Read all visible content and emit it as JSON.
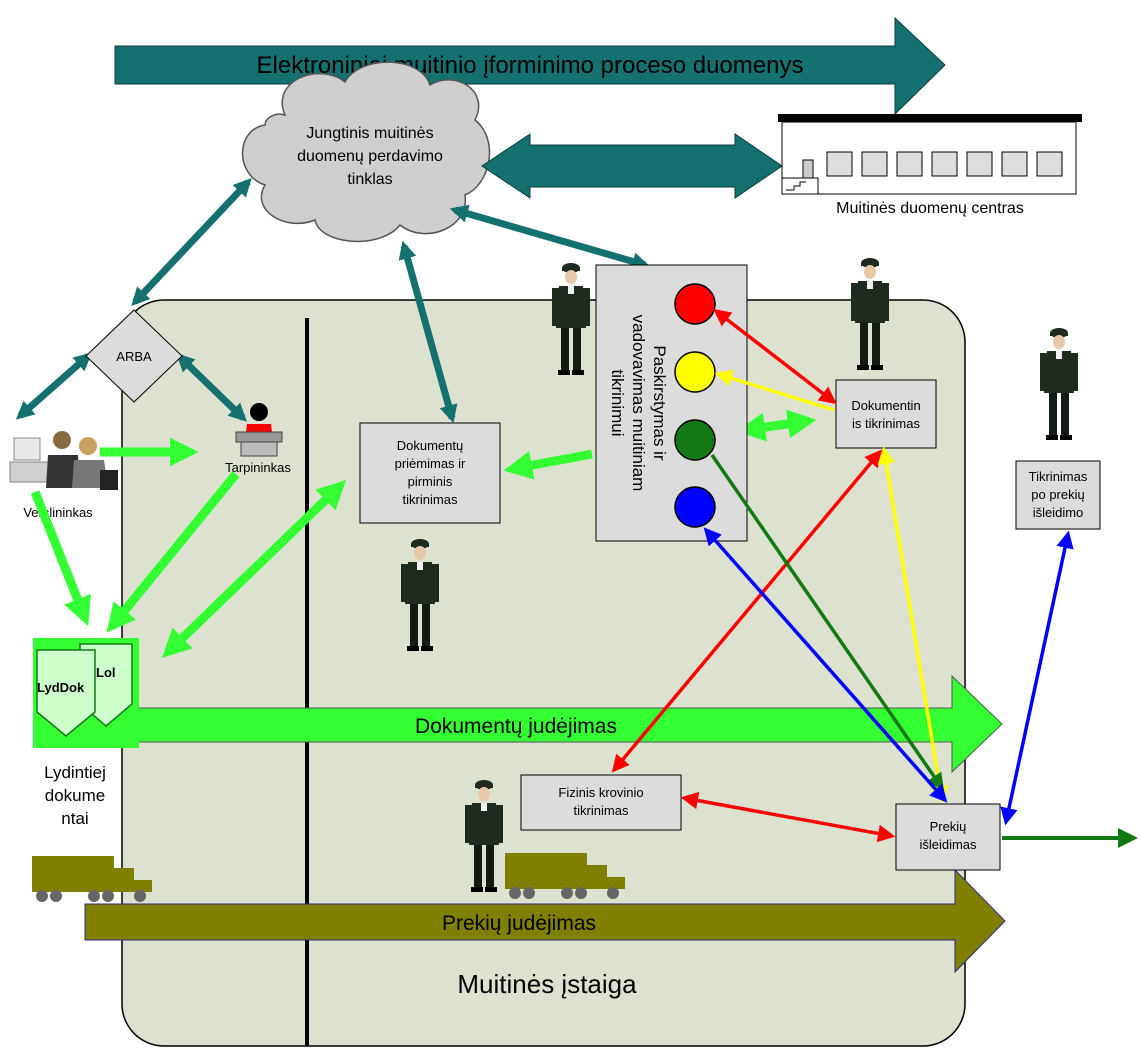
{
  "banner_top": "Elektroniniai muitinio įforminimo proceso duomenys",
  "cloud": [
    "Jungtinis muitinės",
    "duomenų perdavimo",
    "tinklas"
  ],
  "data_center": "Muitinės duomenų centras",
  "arba": "ARBA",
  "verslininkas": "Verslininkas",
  "tarpininkas": "Tarpininkas",
  "doc_acceptance": [
    "Dokumentų",
    "priėmimas ir",
    "pirminis",
    "tikrinimas"
  ],
  "distribution": [
    "Paskirstymas ir",
    "vadovavimas muitiniam",
    "tikrinimui"
  ],
  "doc_check": [
    "Dokumentin",
    "is tikrinimas"
  ],
  "post_release": [
    "Tikrinimas",
    "po prekių",
    "išleidimo"
  ],
  "physical_check": [
    "Fizinis krovinio",
    "tikrinimas"
  ],
  "release": [
    "Prekių",
    "išleidimas"
  ],
  "doc_movement": "Dokumentų judėjimas",
  "goods_movement": "Prekių judėjimas",
  "office": "Muitinės įstaiga",
  "docs_label": [
    "Lydintiej",
    "dokume",
    "ntai"
  ],
  "doc_icon_1": "LydDok",
  "doc_icon_2": "Lol",
  "colors": {
    "teal": "#157070",
    "green": "#33ff33",
    "olive": "#808000",
    "red": "#ff0000",
    "yellow": "#ffff00",
    "darkgreen": "#137a13",
    "blue": "#0000ff",
    "office_bg": "#dde1cf"
  }
}
